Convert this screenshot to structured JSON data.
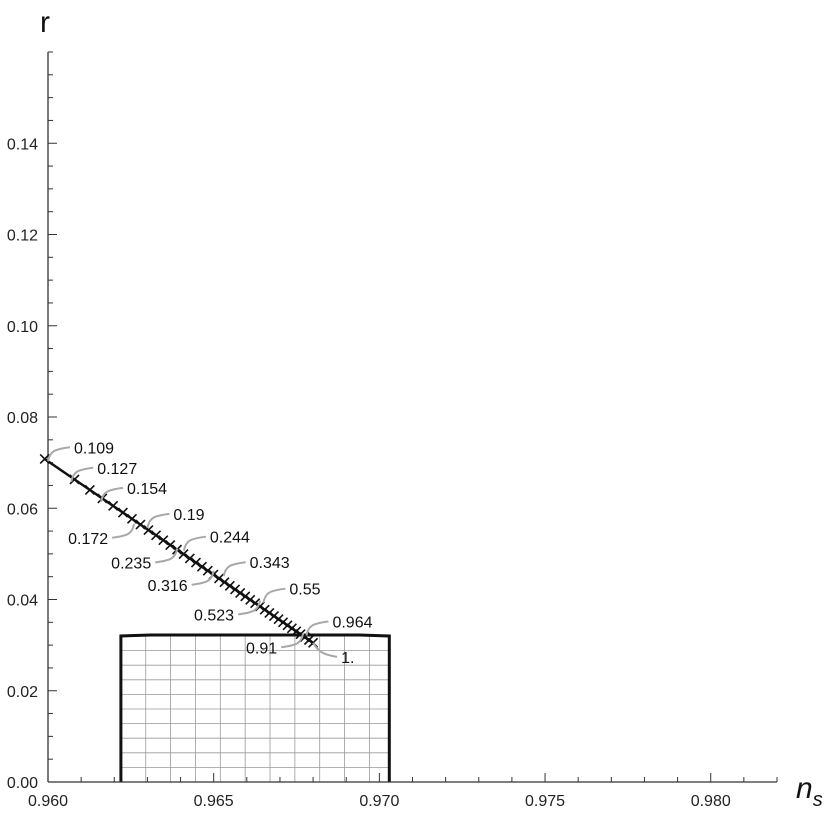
{
  "chart_data": {
    "type": "line",
    "xlabel": "n",
    "xlabel_sub": "s",
    "ylabel": "r",
    "xlim": [
      0.96,
      0.982
    ],
    "ylim": [
      0,
      0.16
    ],
    "x_ticks": [
      {
        "value": 0.96,
        "label": "0.960"
      },
      {
        "value": 0.965,
        "label": "0.965"
      },
      {
        "value": 0.97,
        "label": "0.970"
      },
      {
        "value": 0.975,
        "label": "0.975"
      },
      {
        "value": 0.98,
        "label": "0.980"
      }
    ],
    "y_ticks": [
      {
        "value": 0.0,
        "label": "0.00"
      },
      {
        "value": 0.02,
        "label": "0.02"
      },
      {
        "value": 0.04,
        "label": "0.04"
      },
      {
        "value": 0.06,
        "label": "0.06"
      },
      {
        "value": 0.08,
        "label": "0.08"
      },
      {
        "value": 0.1,
        "label": "0.10"
      },
      {
        "value": 0.12,
        "label": "0.12"
      },
      {
        "value": 0.14,
        "label": "0.14"
      }
    ],
    "grid": false,
    "region": {
      "x_range": [
        0.9622,
        0.9703
      ],
      "y_range": [
        0,
        0.032
      ],
      "mesh_x_step": 0.00075,
      "mesh_y_step": 0.0032
    },
    "series": [
      {
        "marker": "x",
        "x_start": 0.9599,
        "y_start": 0.0708,
        "x_end": 0.968,
        "y_end": 0.0305,
        "count": 40
      }
    ],
    "annotations": [
      {
        "label": "0.109",
        "x": 0.96,
        "y": 0.0703,
        "side": "right"
      },
      {
        "label": "0.127",
        "x": 0.9607,
        "y": 0.0658,
        "side": "right"
      },
      {
        "label": "0.154",
        "x": 0.9616,
        "y": 0.0614,
        "side": "right"
      },
      {
        "label": "0.172",
        "x": 0.9626,
        "y": 0.0566,
        "side": "left"
      },
      {
        "label": "0.19",
        "x": 0.963,
        "y": 0.0557,
        "side": "right"
      },
      {
        "label": "0.244",
        "x": 0.9641,
        "y": 0.0507,
        "side": "right"
      },
      {
        "label": "0.235",
        "x": 0.9639,
        "y": 0.0512,
        "side": "left"
      },
      {
        "label": "0.343",
        "x": 0.9653,
        "y": 0.0451,
        "side": "right"
      },
      {
        "label": "0.316",
        "x": 0.965,
        "y": 0.0463,
        "side": "left"
      },
      {
        "label": "0.55",
        "x": 0.9665,
        "y": 0.0393,
        "side": "right"
      },
      {
        "label": "0.523",
        "x": 0.9664,
        "y": 0.0398,
        "side": "left"
      },
      {
        "label": "0.964",
        "x": 0.9678,
        "y": 0.0321,
        "side": "right"
      },
      {
        "label": "0.91",
        "x": 0.9677,
        "y": 0.0326,
        "side": "left"
      },
      {
        "label": "1.",
        "x": 0.968,
        "y": 0.0305,
        "side": "right-down"
      }
    ]
  }
}
